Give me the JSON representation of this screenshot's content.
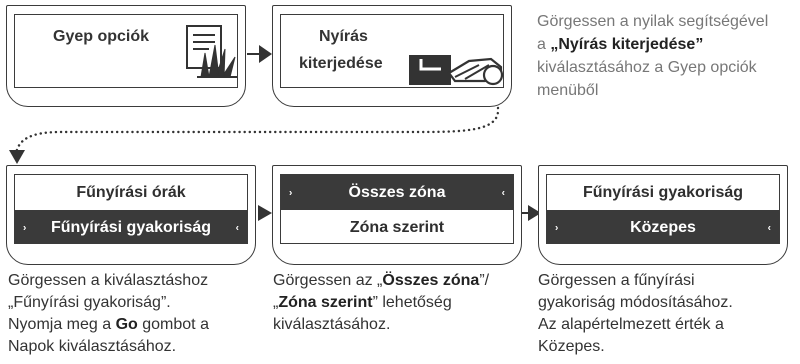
{
  "top": {
    "lawn_options": {
      "label": "Gyep opciók"
    },
    "mow_extent": {
      "label_line1": "Nyírás",
      "label_line2": "kiterjedése"
    },
    "note": {
      "line1": "Görgessen a nyilak segítségével",
      "line2_pre": "a ",
      "line2_bold": "„Nyírás kiterjedése”",
      "line3": "kiválasztásához a Gyep opciók",
      "line4": "menüből"
    }
  },
  "screens": {
    "hours": {
      "top_label": "Fűnyírási órák",
      "bottom_label": "Fűnyírási gyakoriság"
    },
    "zones": {
      "top_label": "Összes zóna",
      "bottom_label": "Zóna szerint"
    },
    "frequency": {
      "top_label": "Fűnyírási gyakoriság",
      "bottom_label": "Közepes"
    }
  },
  "captions": {
    "left": {
      "line1": "Görgessen a kiválasztáshoz",
      "line2": "„Fűnyírási gyakoriság”.",
      "line3_pre": "Nyomja meg a ",
      "line3_bold": "Go",
      "line3_post": " gombot a",
      "line4": "Napok kiválasztásához."
    },
    "middle": {
      "line1_pre": "Görgessen az „",
      "line1_bold": "Összes zóna",
      "line1_post": "”/",
      "line2_pre": "„",
      "line2_bold": "Zóna szerint",
      "line2_post": "” lehetőség",
      "line3": "kiválasztásához."
    },
    "right": {
      "line1": "Görgessen a fűnyírási",
      "line2": "gyakoriság módosításához.",
      "line3": "Az alapértelmezett érték a",
      "line4": "Közepes."
    }
  },
  "glyphs": {
    "left_arrow": "›",
    "right_arrow": "‹"
  }
}
